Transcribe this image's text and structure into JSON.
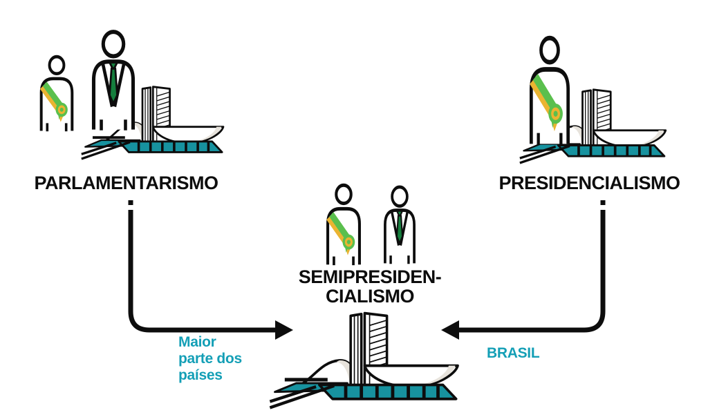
{
  "nodes": {
    "parlamentarismo": {
      "label": "PARLAMENTARISMO"
    },
    "presidencialismo": {
      "label": "PRESIDENCIALISMO"
    },
    "semipresidencialismo": {
      "label_lines": [
        "SEMIPRESIDEN-",
        "CIALISMO"
      ]
    }
  },
  "captions": {
    "left_arrow_lines": [
      "Maior",
      "parte dos",
      "países"
    ],
    "right_arrow": "BRASIL"
  },
  "icons": {
    "president_figure": "person with green-and-yellow presidential sash and rosette",
    "prime_minister_figure": "person in suit with green necktie",
    "congress_building": "Brazilian National Congress (twin towers, dome, bowl, teal esplanade)",
    "arrow": "elbow connector with dashed start and solid arrowhead"
  },
  "colors": {
    "line_black": "#0d0d0d",
    "sash_green": "#5abf4d",
    "sash_yellow": "#eab431",
    "tie_green": "#157f3d",
    "building_teal": "#17929f",
    "caption_cyan": "#149fb6",
    "shade_gray": "#e7e3dc"
  }
}
